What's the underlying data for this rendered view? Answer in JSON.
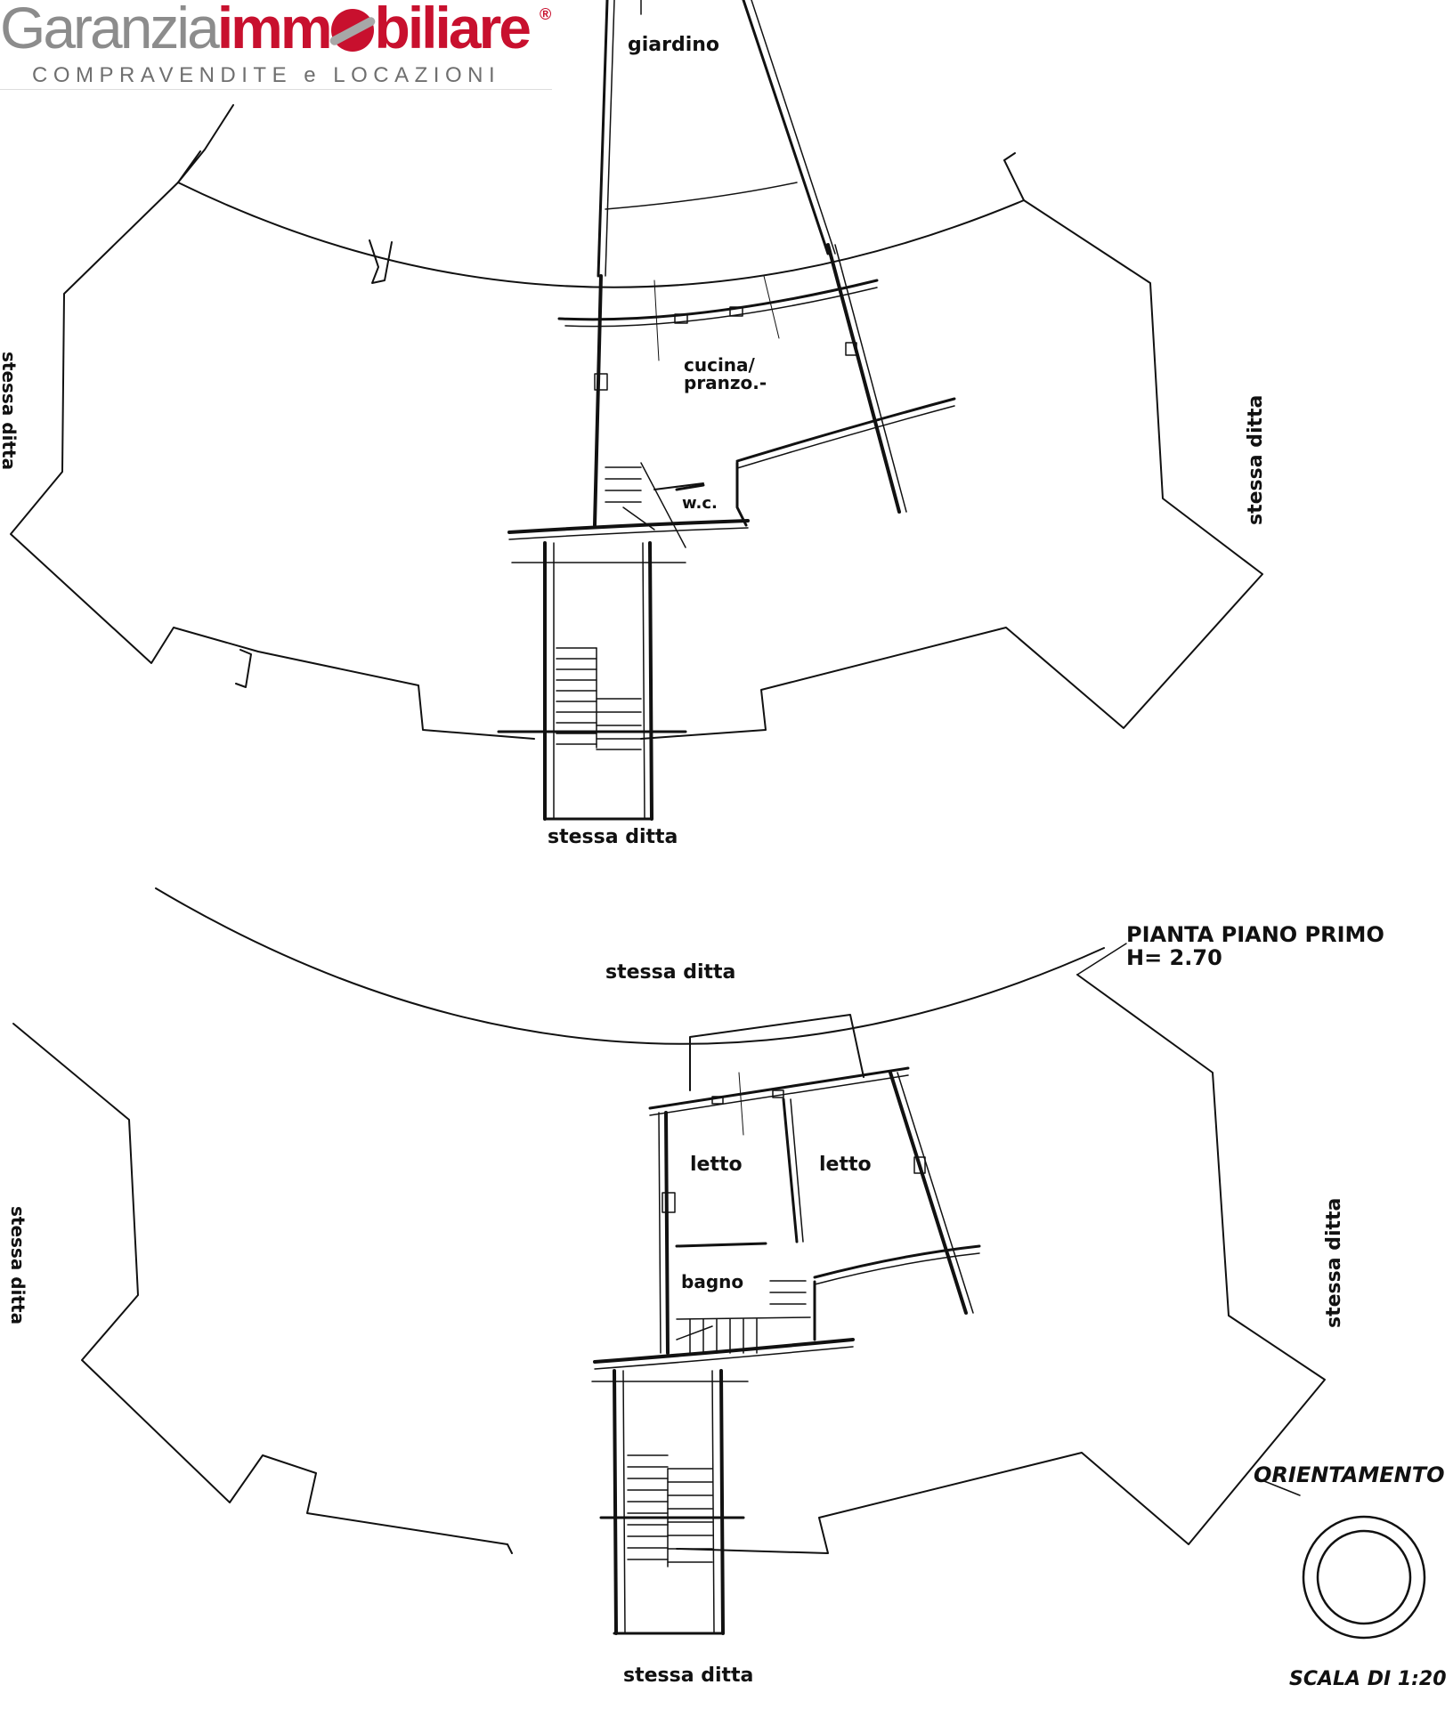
{
  "logo": {
    "brand_prefix": "Garanzia",
    "brand_mid": "imm",
    "brand_suffix": "biliare",
    "registered": "®",
    "tagline": "COMPRAVENDITE e LOCAZIONI"
  },
  "ground_floor": {
    "garden_label": "giardino",
    "kitchen_label_1": "cucina/",
    "kitchen_label_2": "pranzo.-",
    "wc_label": "w.c.",
    "right_label": "stessa ditta",
    "left_label": "stessa ditta",
    "bottom_label": "stessa ditta"
  },
  "first_floor": {
    "title": "PIANTA PIANO PRIMO",
    "height": "H= 2.70",
    "top_label": "stessa ditta",
    "bed1_label": "letto",
    "bed2_label": "letto",
    "bath_label": "bagno",
    "left_label": "stessa ditta",
    "right_label": "stessa ditta",
    "bottom_label": "stessa ditta"
  },
  "legend": {
    "orientation_label": "ORIENTAMENTO",
    "scale_label": "SCALA DI 1:20"
  },
  "colors": {
    "ink": "#111111",
    "brand_red": "#c8102e",
    "brand_grey": "#8c8c8c"
  }
}
